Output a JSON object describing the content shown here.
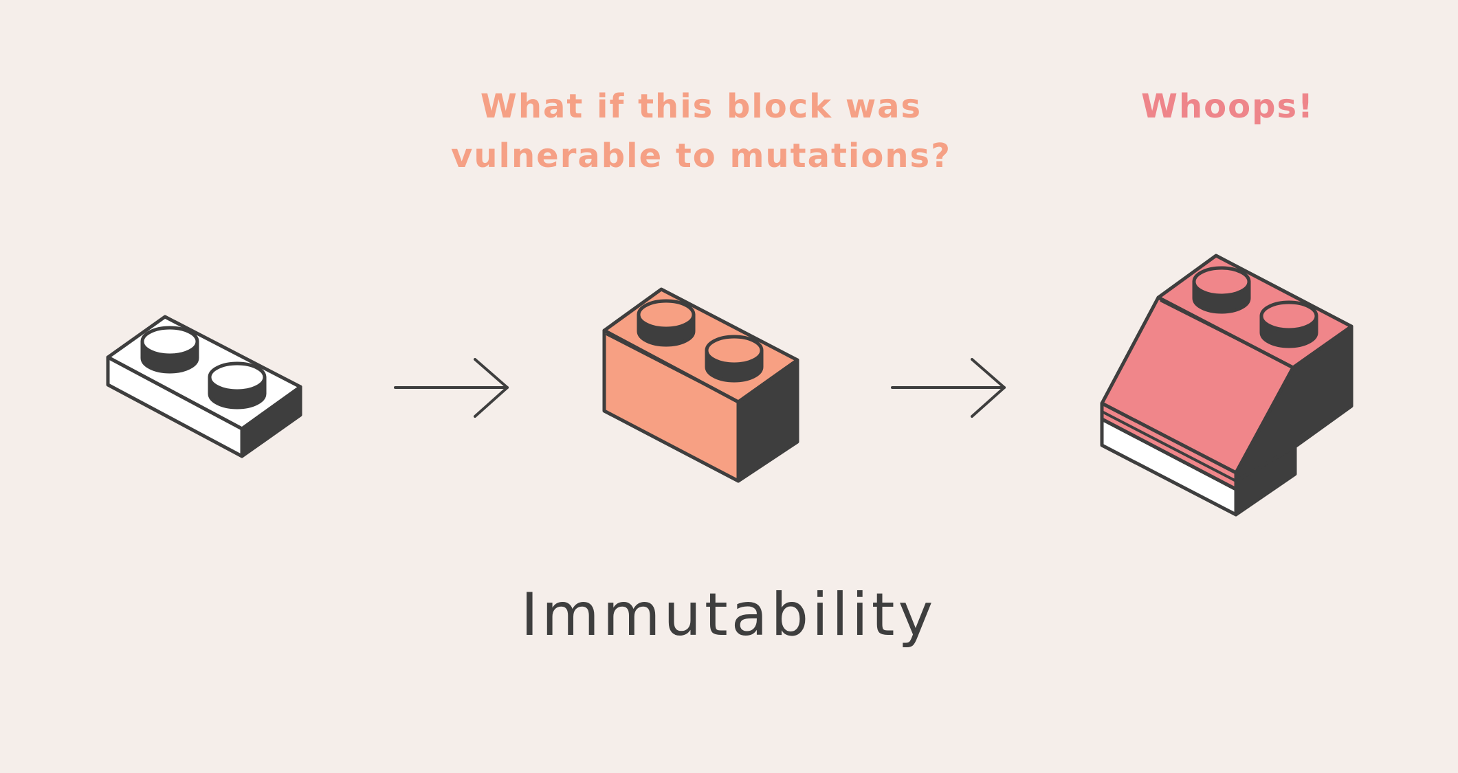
{
  "captions": {
    "question_line1": "What if this block was",
    "question_line2": "vulnerable to mutations?",
    "whoops": "Whoops!"
  },
  "title": "Immutability",
  "colors": {
    "background": "#f5eeea",
    "outline": "#3e3e3e",
    "block_orange": "#f7a083",
    "block_pink": "#f0868a",
    "question_text": "#f5a085",
    "whoops_text": "#ee858a",
    "plate_white": "#ffffff"
  },
  "icons": {
    "plate": "flat-white-lego-plate",
    "arrow": "right-arrow",
    "block": "orange-lego-brick",
    "broken_block": "mutated-pink-lego-brick"
  }
}
